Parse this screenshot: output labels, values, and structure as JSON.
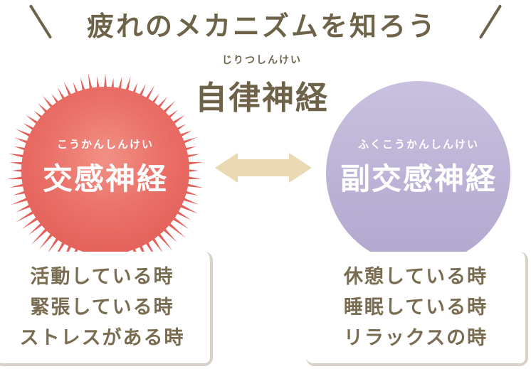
{
  "header": {
    "title": "疲れのメカニズムを知ろう",
    "left_decor_icon": "emphasis-slash-left",
    "right_decor_icon": "emphasis-slash-right"
  },
  "center_label": {
    "furigana": "じりつしんけい",
    "text": "自律神経"
  },
  "nodes": {
    "sympathetic": {
      "furigana": "こうかんしんけい",
      "label": "交感神経",
      "shape": "sunburst-circle"
    },
    "parasympathetic": {
      "furigana": "ふくこうかんしんけい",
      "label": "副交感神経",
      "shape": "circle"
    }
  },
  "arrow": {
    "icon": "double-headed-arrow",
    "direction": "horizontal"
  },
  "cards": {
    "sympathetic": {
      "lines": [
        "活動している時",
        "緊張している時",
        "ストレスがある時"
      ]
    },
    "parasympathetic": {
      "lines": [
        "休憩している時",
        "睡眠している時",
        "リラックスの時"
      ]
    }
  },
  "colors": {
    "text_brown": "#6e6349",
    "card_text": "#7a6c50",
    "card_border": "#d8d2c6",
    "arrow_beige": "#ead9b2",
    "sunburst_center": "#f29186",
    "sunburst_edge": "#e3605a",
    "purple_top": "#c9c1df",
    "purple_bottom": "#b2a6ce",
    "circle_text": "#ffffff",
    "background": "#ffffff"
  }
}
